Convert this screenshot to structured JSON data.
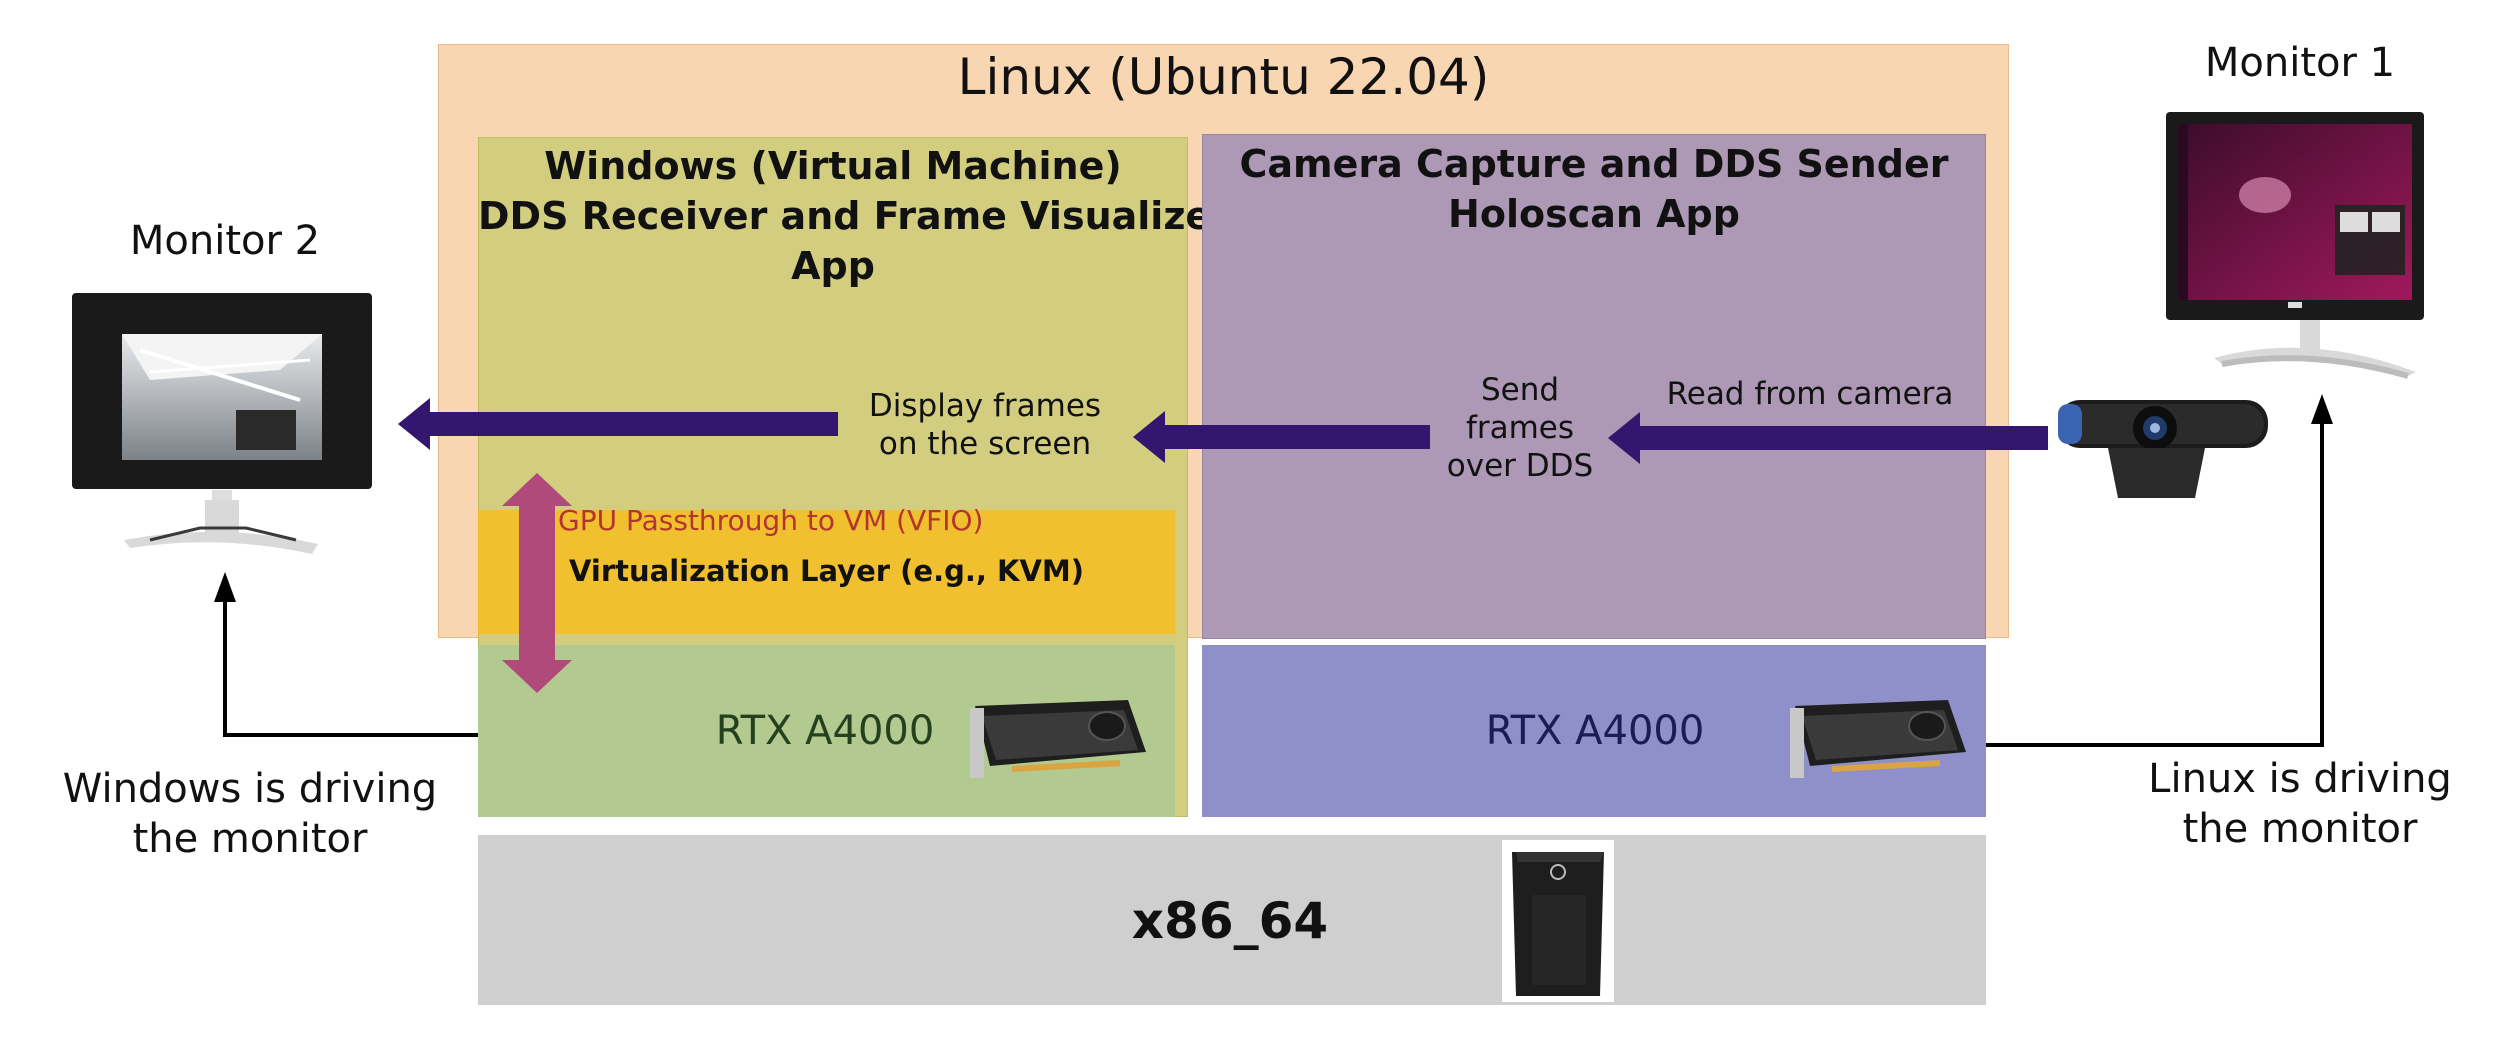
{
  "linux_host": {
    "title": "Linux (Ubuntu 22.04)"
  },
  "windows_vm": {
    "title_lines": [
      "Windows (Virtual Machine)",
      "DDS Receiver and Frame Visualizer",
      "App"
    ]
  },
  "holoscan_app": {
    "title_lines": [
      "Camera Capture and DDS Sender",
      "Holoscan App"
    ]
  },
  "steps": {
    "read_camera": "Read from camera",
    "send_frames": [
      "Send",
      "frames",
      "over DDS"
    ],
    "display_frames": [
      "Display frames",
      "on the screen"
    ]
  },
  "virtualization": {
    "passthrough": "GPU Passthrough to VM (VFIO)",
    "layer": "Virtualization Layer (e.g., KVM)"
  },
  "gpus": {
    "left": "RTX A4000",
    "right": "RTX A4000"
  },
  "platform": {
    "label": "x86_64"
  },
  "monitors": {
    "monitor1": "Monitor 1",
    "monitor2": "Monitor 2",
    "linux_caption": [
      "Linux is driving",
      "the monitor"
    ],
    "windows_caption": [
      "Windows is driving",
      "the monitor"
    ]
  },
  "colors": {
    "linux_bg": "#f9d6b2",
    "windows_bg": "#d3ce7f",
    "holoscan_bg": "#ad98b5",
    "virt_bg": "#f0c02e",
    "gpu_left_bg": "#b2c98f",
    "gpu_right_bg": "#8f8fc9",
    "platform_bg": "#cfcfcf",
    "flow_arrow": "#33166e",
    "passthrough_arrow": "#b04a7a"
  }
}
